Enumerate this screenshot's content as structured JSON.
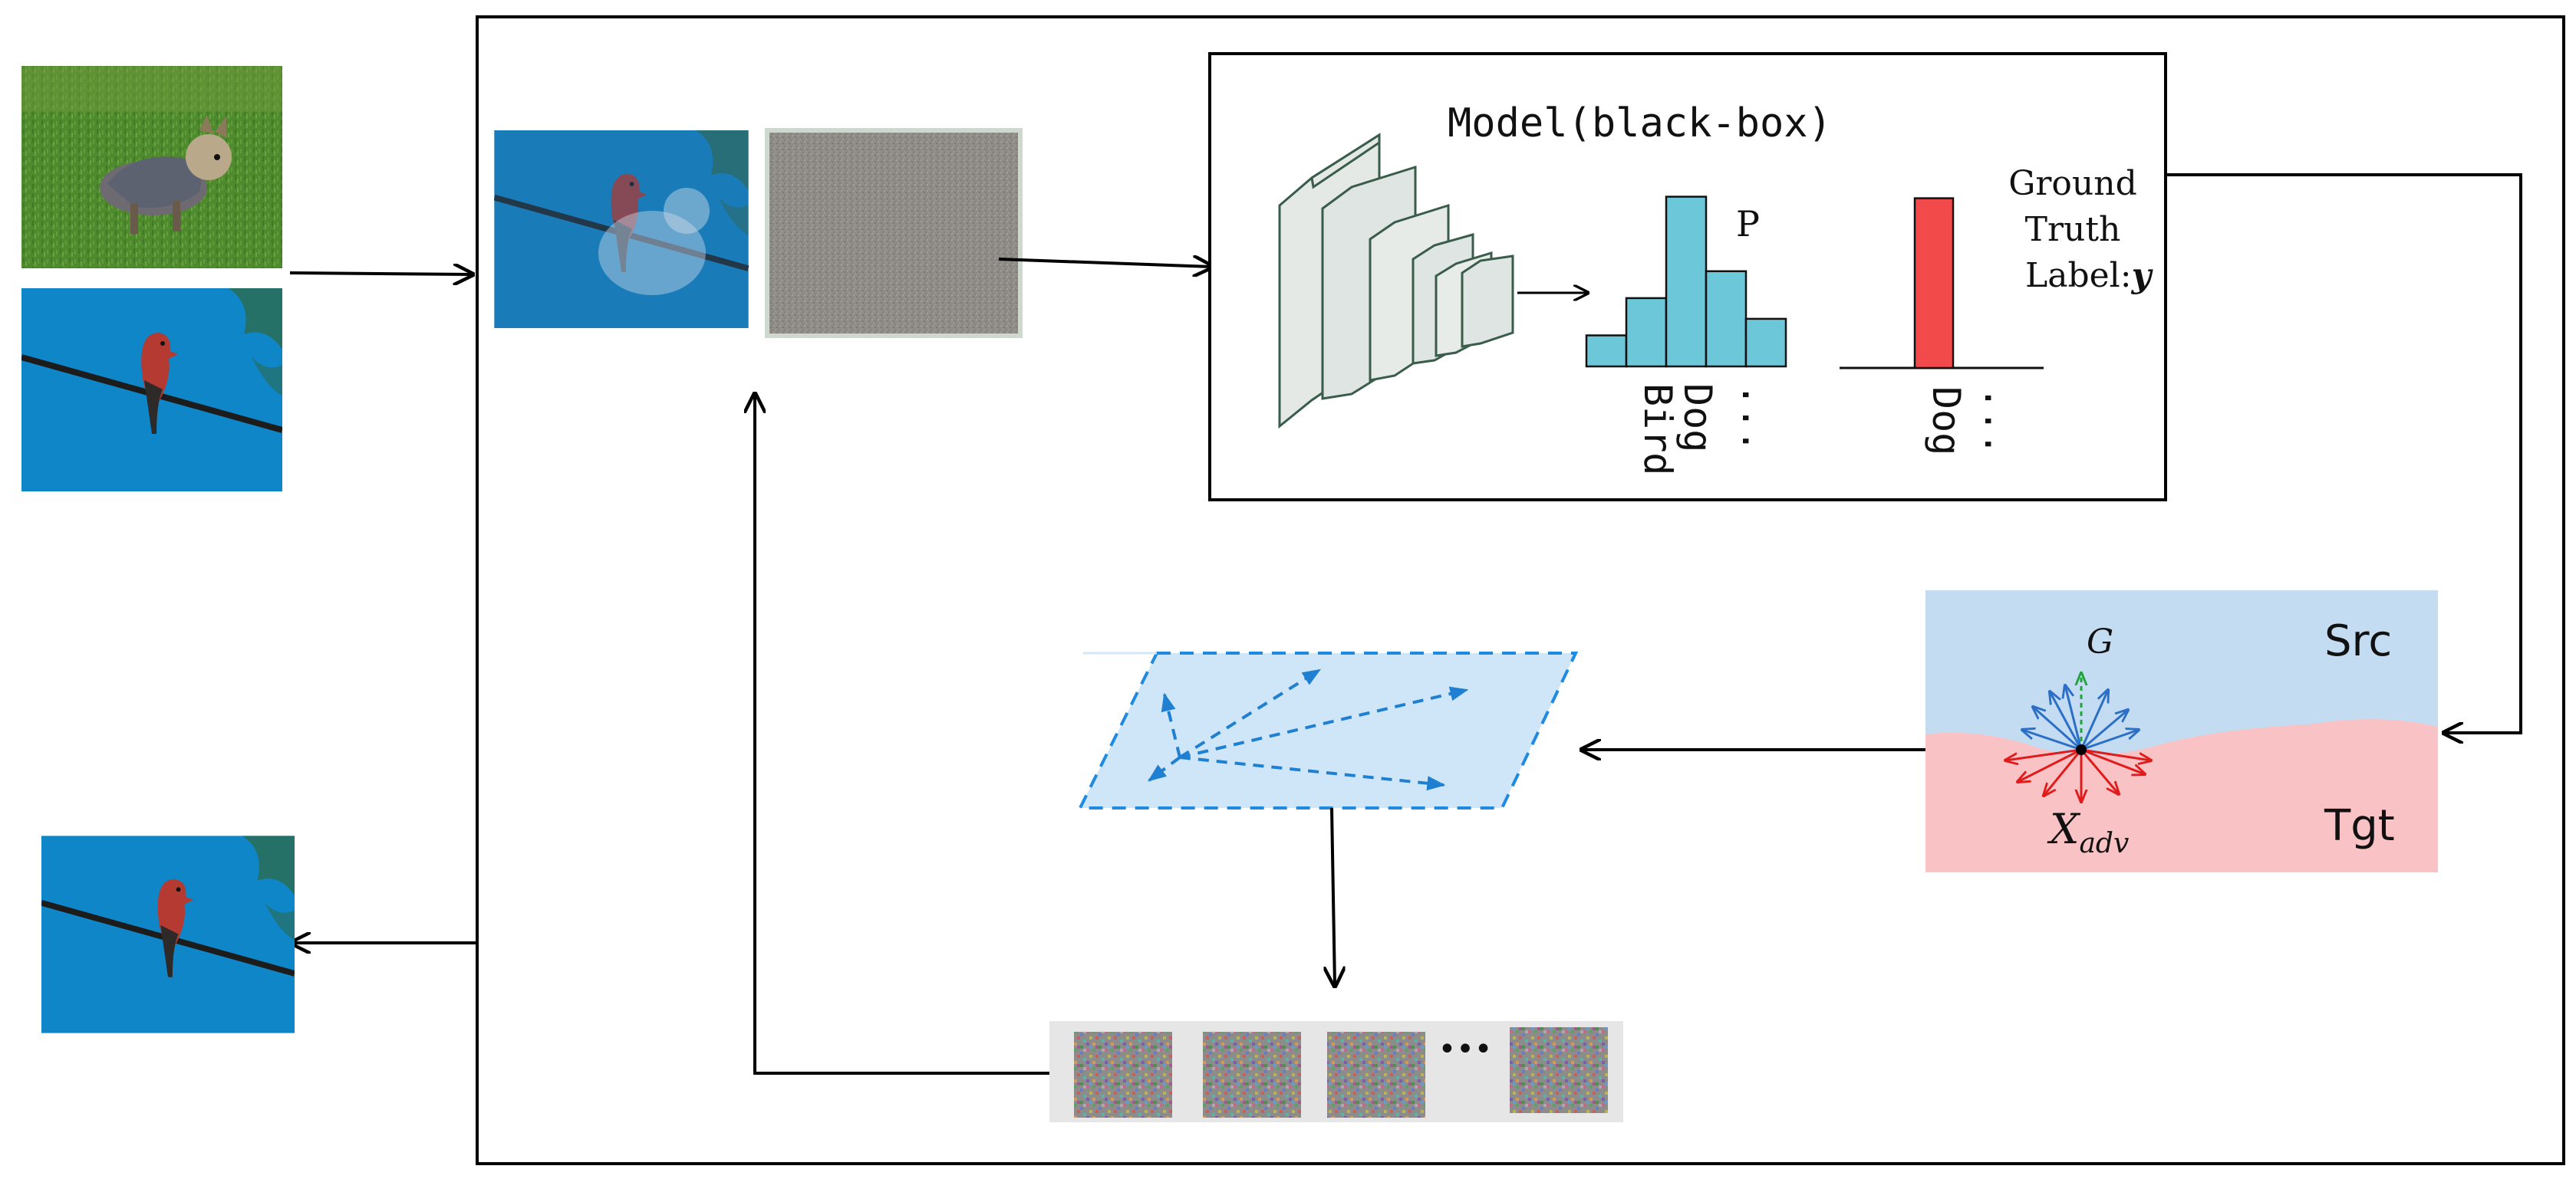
{
  "model": {
    "title": "Model(black-box)",
    "prob_label": "P",
    "ground_truth_line1": "Ground",
    "ground_truth_line2": "Truth",
    "ground_truth_line3": "Label:",
    "ground_truth_var": "y"
  },
  "predicted_distribution": {
    "categories": [
      "",
      "Bird",
      "Dog",
      "",
      "..."
    ],
    "values": [
      0.15,
      0.33,
      0.82,
      0.46,
      0.23
    ],
    "color": "#6cc8d8"
  },
  "ground_truth_distribution": {
    "categories": [
      "Dog",
      "..."
    ],
    "values": [
      0.82
    ],
    "color": "#f24a4a"
  },
  "boundary": {
    "gradient_label": "G",
    "src_label": "Src",
    "tgt_label": "Tgt",
    "x_adv_label": "X",
    "x_adv_subscript": "adv",
    "src_color": "#c4dcf2",
    "tgt_color": "#f9c3c6"
  },
  "noise_strip": {
    "ellipsis": "•••"
  }
}
